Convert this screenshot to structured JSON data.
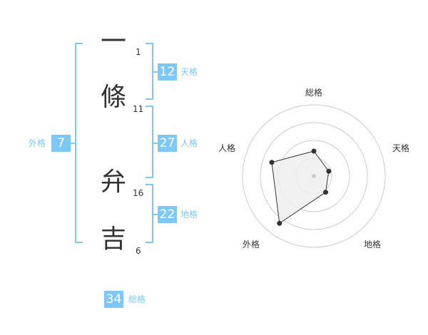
{
  "name": {
    "characters": [
      {
        "char": "一",
        "strokes": "1"
      },
      {
        "char": "條",
        "strokes": "11"
      },
      {
        "char": "弁",
        "strokes": "16"
      },
      {
        "char": "吉",
        "strokes": "6"
      }
    ]
  },
  "fortunes": {
    "tenkaku": {
      "value": "12",
      "label": "天格"
    },
    "jinkaku": {
      "value": "27",
      "label": "人格"
    },
    "chikaku": {
      "value": "22",
      "label": "地格"
    },
    "gaikaku": {
      "value": "7",
      "label": "外格"
    },
    "soukaku": {
      "value": "34",
      "label": "総格"
    }
  },
  "radar": {
    "labels": {
      "top": "総格",
      "right": "天格",
      "bottom_right": "地格",
      "bottom_left": "外格",
      "left": "人格"
    },
    "values": {
      "soukaku": 0.35,
      "tenkaku": 0.22,
      "chikaku": 0.28,
      "gaikaku": 0.82,
      "jinkaku": 0.62
    },
    "rings": 4
  },
  "colors": {
    "accent": "#7ec8f8",
    "text": "#333333",
    "ring": "#cccccc",
    "fill": "#eeeeee"
  }
}
